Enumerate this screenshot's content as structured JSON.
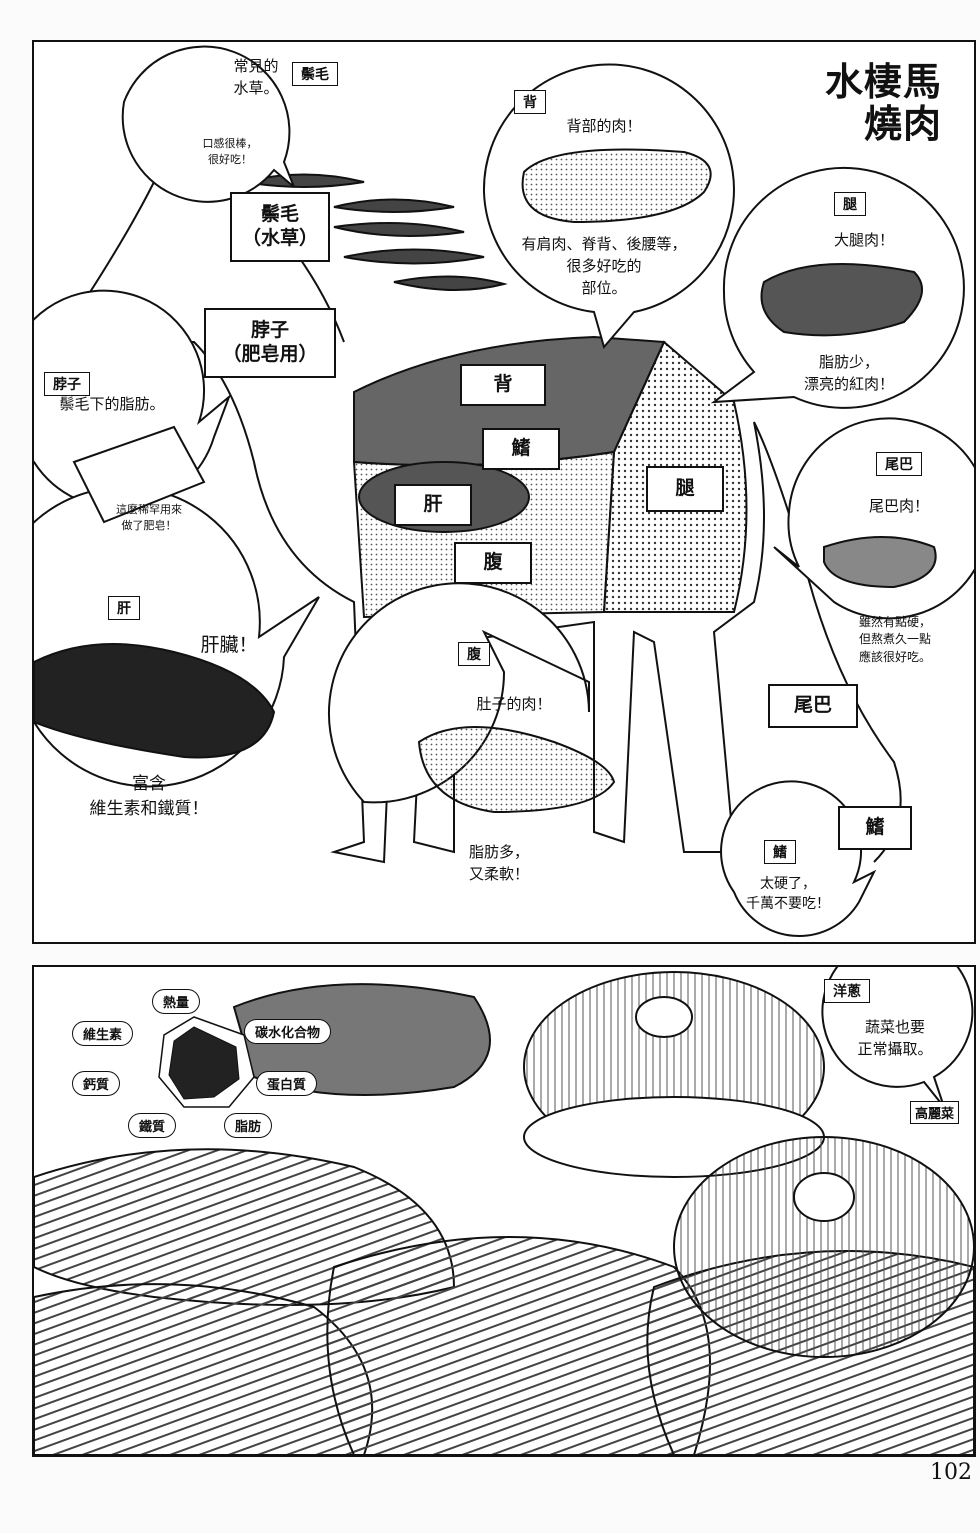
{
  "panel1": {
    "title": "水棲馬\n燒肉",
    "body_labels": {
      "mane": "鬃毛\n（水草）",
      "neck": "脖子\n（肥皂用）",
      "back": "背",
      "fin": "鰭",
      "liver": "肝",
      "thigh": "腿",
      "belly": "腹",
      "tail": "尾巴",
      "fin_tail": "鰭"
    },
    "bubbles": {
      "mane": {
        "tag": "鬃毛",
        "text": "常見的\n水草。",
        "note": "口感很棒，\n很好吃！"
      },
      "back": {
        "tag": "背",
        "text": "背部的肉！",
        "note": "有肩肉、脊背、後腰等，\n很多好吃的\n部位。"
      },
      "thigh": {
        "tag": "腿",
        "text": "大腿肉！",
        "note": "脂肪少，\n漂亮的紅肉！"
      },
      "neck": {
        "tag": "脖子",
        "text": "鬃毛下的脂肪。",
        "note": "這麼稀罕用來\n做了肥皂！"
      },
      "tail": {
        "tag": "尾巴",
        "text": "尾巴肉！",
        "note": "雖然有點硬，\n但熬煮久一點\n應該很好吃。"
      },
      "liver": {
        "tag": "肝",
        "text": "肝臟！",
        "note": "富含\n維生素和鐵質！"
      },
      "belly": {
        "tag": "腹",
        "text": "肚子的肉！",
        "note": "脂肪多，\n又柔軟！"
      },
      "fin": {
        "tag": "鰭",
        "text": "太硬了，\n千萬不要吃！"
      }
    }
  },
  "panel2": {
    "nutrients": [
      "熱量",
      "碳水化合物",
      "蛋白質",
      "脂肪",
      "鐵質",
      "鈣質",
      "維生素"
    ],
    "onion": {
      "tag": "洋蔥",
      "text": "蔬菜也要\n正常攝取。"
    },
    "cabbage_tag": "高麗菜"
  },
  "page_number": "102"
}
